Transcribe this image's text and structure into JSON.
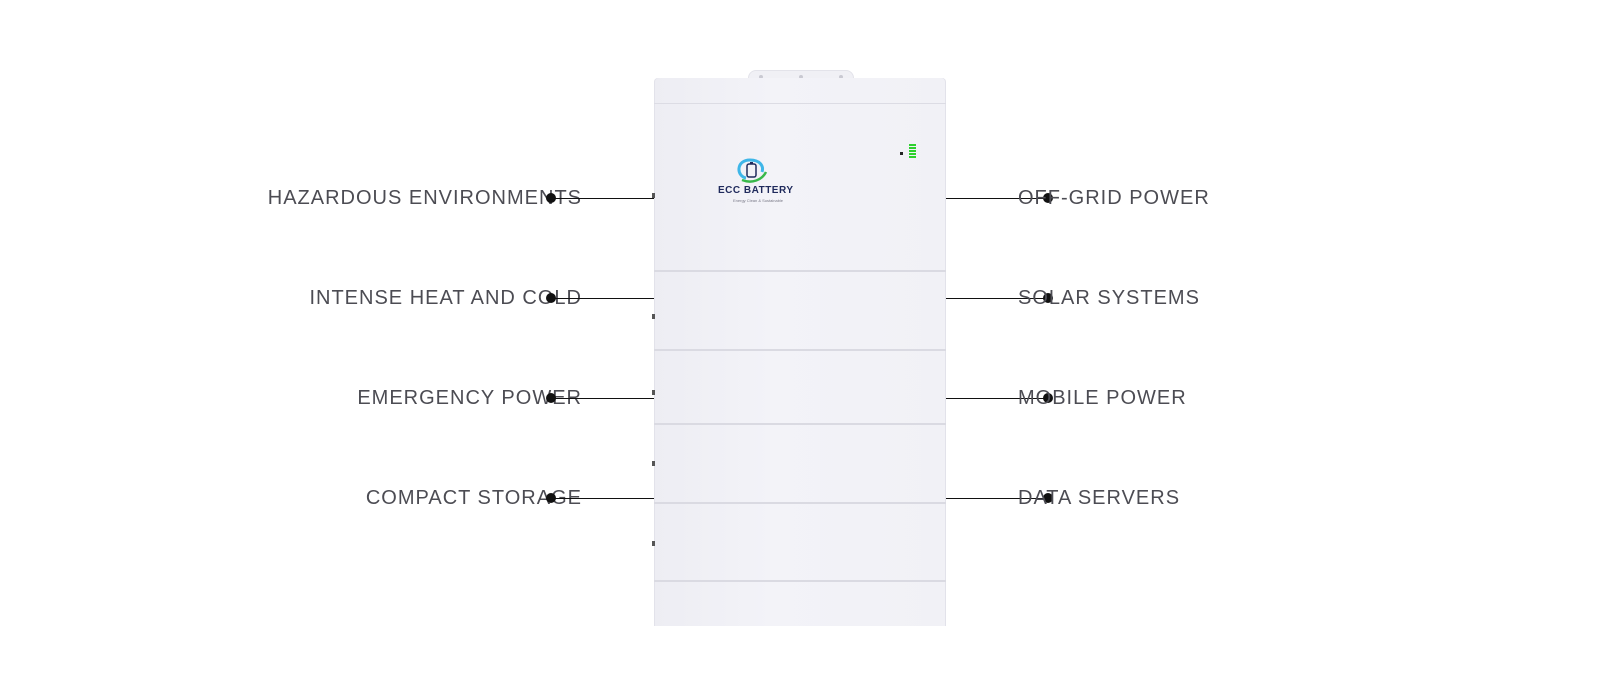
{
  "product": {
    "brand": "ECC BATTERY",
    "tagline": "Energy Clean & Sustainable",
    "colors": {
      "body": "#f1f1f6",
      "led": "#2dd12d",
      "brand_text": "#1f2a5c",
      "label_text": "#4c4c53"
    }
  },
  "features": {
    "left": [
      {
        "label": "HAZARDOUS ENVIRONMENTS"
      },
      {
        "label": "INTENSE HEAT AND COLD"
      },
      {
        "label": "EMERGENCY POWER"
      },
      {
        "label": "COMPACT STORAGE"
      }
    ],
    "right": [
      {
        "label": "OFF-GRID POWER"
      },
      {
        "label": "SOLAR SYSTEMS"
      },
      {
        "label": "MOBILE POWER"
      },
      {
        "label": "DATA SERVERS"
      }
    ]
  }
}
